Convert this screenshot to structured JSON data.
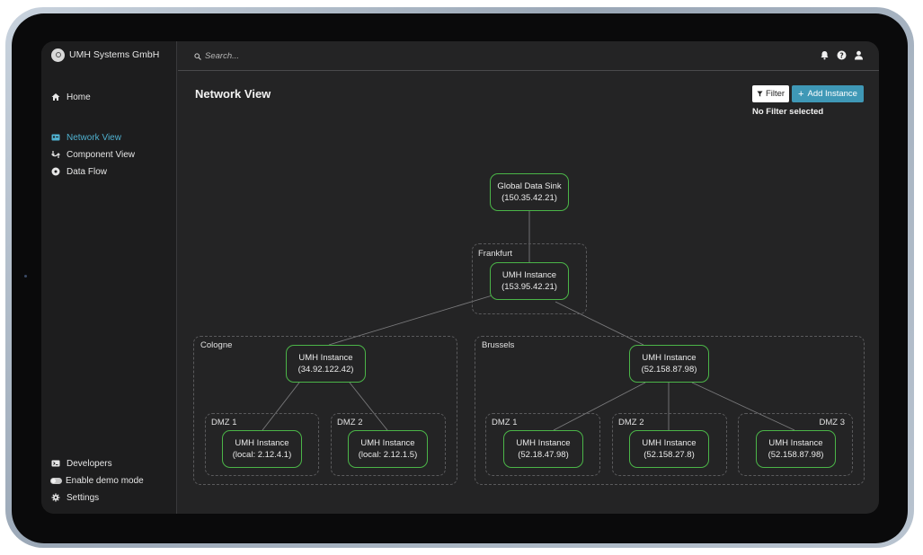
{
  "brand": {
    "name": "UMH Systems GmbH"
  },
  "sidebar": {
    "top_items": [
      {
        "label": "Home",
        "icon": "home-icon"
      },
      {
        "label": "Network View",
        "icon": "network-icon",
        "active": true
      },
      {
        "label": "Component View",
        "icon": "component-icon"
      },
      {
        "label": "Data Flow",
        "icon": "dataflow-icon"
      }
    ],
    "bottom_items": [
      {
        "label": "Developers",
        "icon": "developers-icon"
      },
      {
        "label": "Enable demo mode",
        "icon": "toggle-icon"
      },
      {
        "label": "Settings",
        "icon": "gear-icon"
      }
    ]
  },
  "search": {
    "placeholder": "Search..."
  },
  "topbar_icons": [
    "bell-icon",
    "help-icon",
    "user-icon"
  ],
  "main": {
    "title": "Network View",
    "filter_label": "Filter",
    "add_label": "Add Instance",
    "filter_status": "No Filter selected"
  },
  "diagram": {
    "sink": {
      "title": "Global Data Sink",
      "ip": "(150.35.42.21)"
    },
    "groups": {
      "frankfurt": "Frankfurt",
      "cologne": "Cologne",
      "brussels": "Brussels",
      "cologne_dmz1": "DMZ 1",
      "cologne_dmz2": "DMZ 2",
      "brussels_dmz1": "DMZ 1",
      "brussels_dmz2": "DMZ 2",
      "brussels_dmz3": "DMZ 3"
    },
    "nodes": {
      "frankfurt": {
        "title": "UMH Instance",
        "ip": "(153.95.42.21)"
      },
      "cologne": {
        "title": "UMH Instance",
        "ip": "(34.92.122.42)"
      },
      "brussels": {
        "title": "UMH Instance",
        "ip": "(52.158.87.98)"
      },
      "cologne_dmz1": {
        "title": "UMH Instance",
        "ip": "(local: 2.12.4.1)"
      },
      "cologne_dmz2": {
        "title": "UMH Instance",
        "ip": "(local: 2.12.1.5)"
      },
      "brussels_dmz1": {
        "title": "UMH Instance",
        "ip": "(52.18.47.98)"
      },
      "brussels_dmz2": {
        "title": "UMH Instance",
        "ip": "(52.158.27.8)"
      },
      "brussels_dmz3": {
        "title": "UMH Instance",
        "ip": "(52.158.87.98)"
      }
    }
  },
  "colors": {
    "accent": "#3f98b6",
    "active_nav": "#4fb0cf",
    "node_border": "#4bb548",
    "background": "#242425",
    "sidebar": "#1d1d1e"
  }
}
